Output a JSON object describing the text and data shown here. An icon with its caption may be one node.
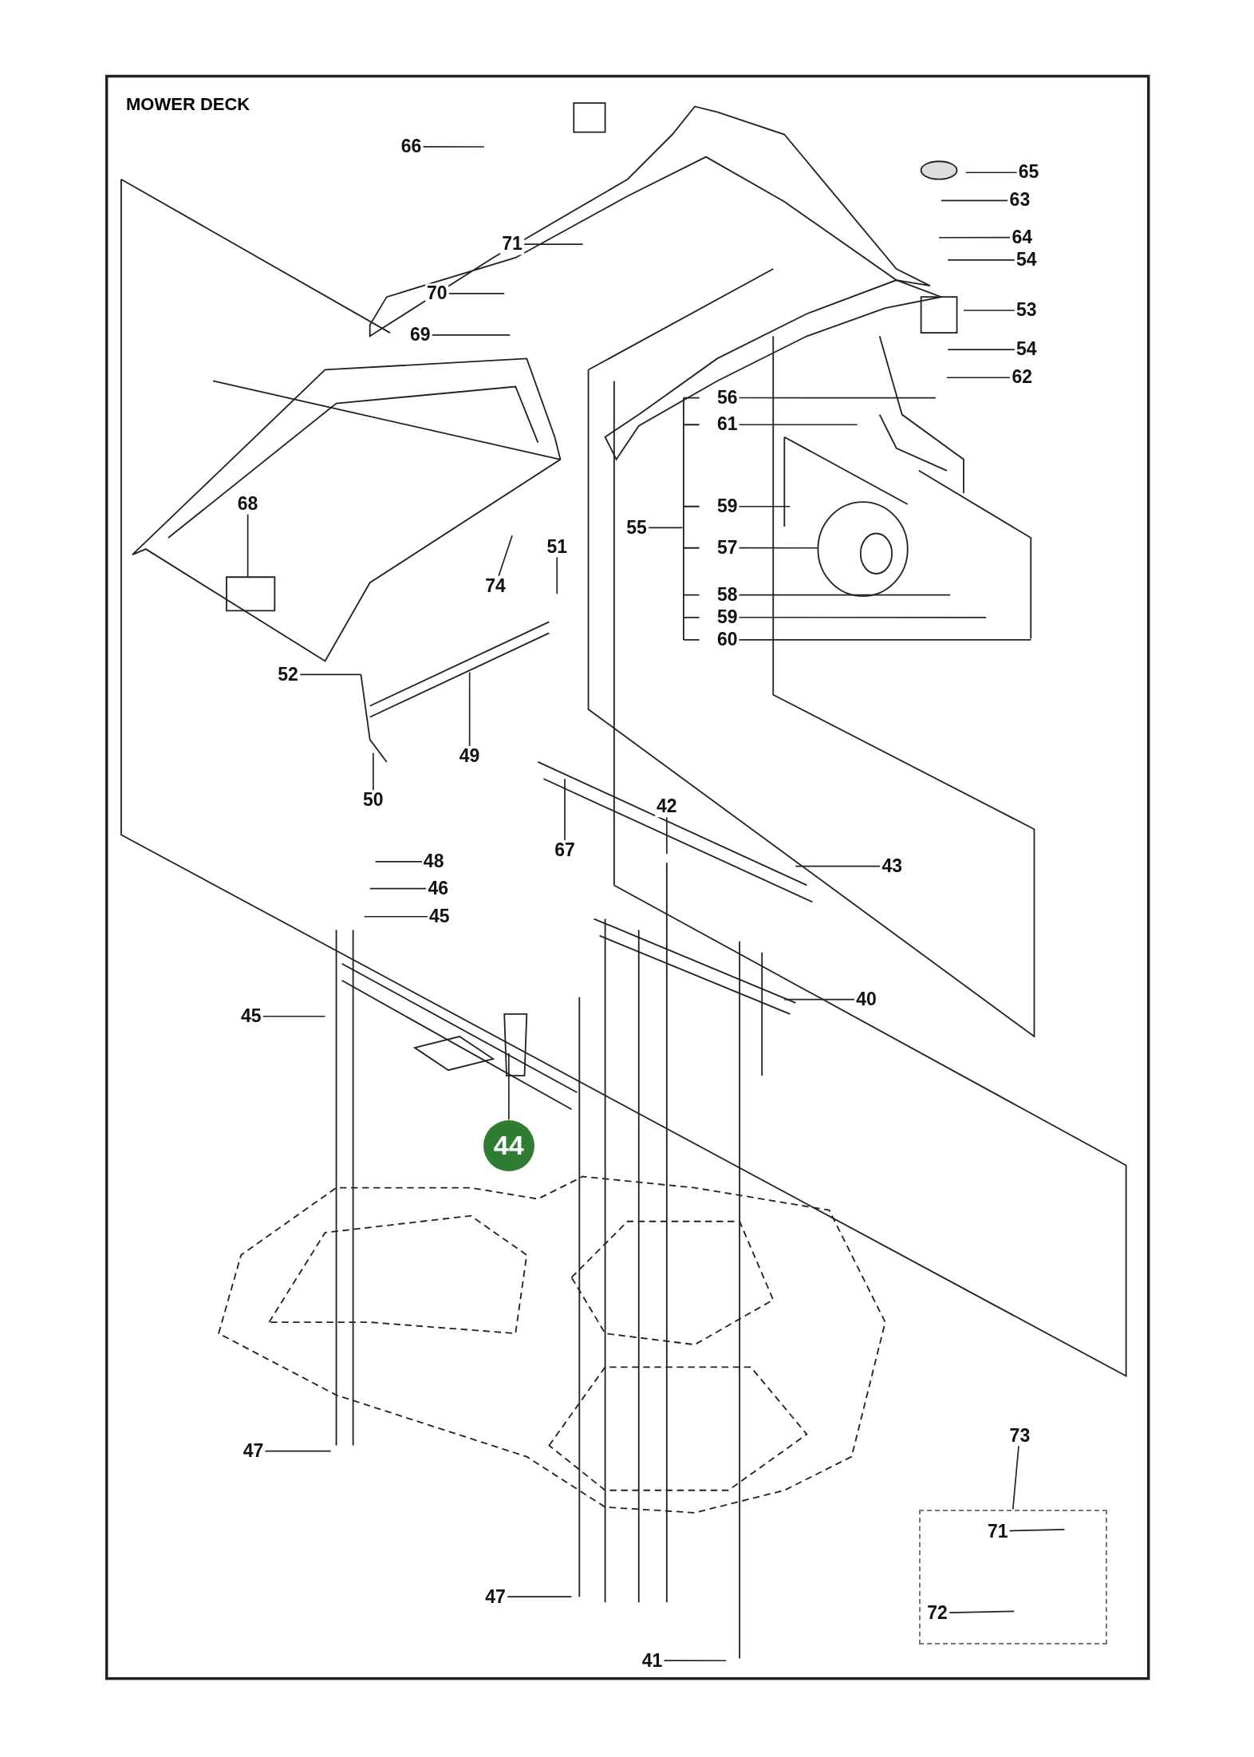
{
  "diagram": {
    "title": "MOWER DECK",
    "nodes": [
      {
        "text": [
          "66"
        ]
      },
      {
        "text": [
          "65"
        ]
      },
      {
        "text": [
          "63"
        ]
      },
      {
        "text": [
          "71"
        ]
      },
      {
        "text": [
          "64"
        ]
      },
      {
        "text": [
          "54"
        ]
      },
      {
        "text": [
          "70"
        ]
      },
      {
        "text": [
          "53"
        ]
      },
      {
        "text": [
          "69"
        ]
      },
      {
        "text": [
          "54"
        ]
      },
      {
        "text": [
          "62"
        ]
      },
      {
        "text": [
          "56"
        ]
      },
      {
        "text": [
          "61"
        ]
      },
      {
        "text": [
          "68"
        ]
      },
      {
        "text": [
          "59"
        ]
      },
      {
        "text": [
          "57"
        ]
      },
      {
        "text": [
          "51"
        ]
      },
      {
        "text": [
          "74"
        ]
      },
      {
        "text": [
          "58"
        ]
      },
      {
        "text": [
          "59"
        ]
      },
      {
        "text": [
          "60"
        ]
      },
      {
        "text": [
          "52"
        ]
      },
      {
        "text": [
          "49"
        ]
      },
      {
        "text": [
          "50"
        ]
      },
      {
        "text": [
          "67"
        ]
      },
      {
        "text": [
          "42"
        ]
      },
      {
        "text": [
          "43"
        ]
      },
      {
        "text": [
          "48"
        ]
      },
      {
        "text": [
          "46"
        ]
      },
      {
        "text": [
          "45"
        ]
      },
      {
        "text": [
          "40"
        ]
      },
      {
        "text": [
          "45"
        ]
      },
      {
        "text": [
          "44"
        ]
      },
      {
        "text": [
          "47"
        ]
      },
      {
        "text": [
          "73"
        ]
      },
      {
        "text": [],
        "shape": "box"
      },
      {
        "text": [
          "71"
        ],
        "in": 35
      },
      {
        "text": [
          "47"
        ]
      },
      {
        "text": [
          "72"
        ],
        "in": 35
      },
      {
        "text": [
          "41"
        ]
      },
      {
        "text": [
          "55"
        ]
      }
    ],
    "edges": [
      {
        "from": 0,
        "to": null,
        "arrow": "none"
      },
      {
        "from": 1,
        "to": null,
        "arrow": "none"
      },
      {
        "from": 2,
        "to": null,
        "arrow": "none"
      },
      {
        "from": 3,
        "to": null,
        "arrow": "none"
      },
      {
        "from": 4,
        "to": null,
        "arrow": "none"
      },
      {
        "from": 5,
        "to": null,
        "arrow": "none"
      },
      {
        "from": 6,
        "to": null,
        "arrow": "none"
      },
      {
        "from": 7,
        "to": null,
        "arrow": "none"
      },
      {
        "from": 8,
        "to": null,
        "arrow": "none"
      },
      {
        "from": 9,
        "to": null,
        "arrow": "none"
      },
      {
        "from": 10,
        "to": null,
        "arrow": "none"
      },
      {
        "from": 11,
        "to": null,
        "arrow": "none"
      },
      {
        "from": 12,
        "to": null,
        "arrow": "none"
      },
      {
        "from": 13,
        "to": null,
        "arrow": "none"
      },
      {
        "from": 14,
        "to": null,
        "arrow": "none"
      },
      {
        "from": 15,
        "to": null,
        "arrow": "none"
      },
      {
        "from": 16,
        "to": null,
        "arrow": "none"
      },
      {
        "from": 17,
        "to": null,
        "arrow": "none"
      },
      {
        "from": 18,
        "to": null,
        "arrow": "none"
      },
      {
        "from": 19,
        "to": null,
        "arrow": "none"
      },
      {
        "from": 20,
        "to": null,
        "arrow": "none"
      },
      {
        "from": 21,
        "to": null,
        "arrow": "none"
      },
      {
        "from": 22,
        "to": null,
        "arrow": "none"
      },
      {
        "from": 23,
        "to": null,
        "arrow": "none"
      },
      {
        "from": 24,
        "to": null,
        "arrow": "none"
      },
      {
        "from": 25,
        "to": null,
        "arrow": "none"
      },
      {
        "from": 26,
        "to": null,
        "arrow": "none"
      },
      {
        "from": 27,
        "to": null,
        "arrow": "none"
      },
      {
        "from": 28,
        "to": null,
        "arrow": "none"
      },
      {
        "from": 29,
        "to": null,
        "arrow": "none"
      },
      {
        "from": 30,
        "to": null,
        "arrow": "none"
      },
      {
        "from": 31,
        "to": null,
        "arrow": "none"
      },
      {
        "from": 32,
        "to": null,
        "arrow": "none"
      },
      {
        "from": 33,
        "to": null,
        "arrow": "none"
      },
      {
        "from": 34,
        "to": 35,
        "arrow": "none"
      },
      {
        "from": 36,
        "to": null,
        "arrow": "none"
      },
      {
        "from": 37,
        "to": null,
        "arrow": "none"
      },
      {
        "from": 38,
        "to": null,
        "arrow": "none"
      },
      {
        "from": 39,
        "to": null,
        "arrow": "none"
      },
      {
        "from": 40,
        "to": null,
        "arrow": "none"
      }
    ]
  }
}
